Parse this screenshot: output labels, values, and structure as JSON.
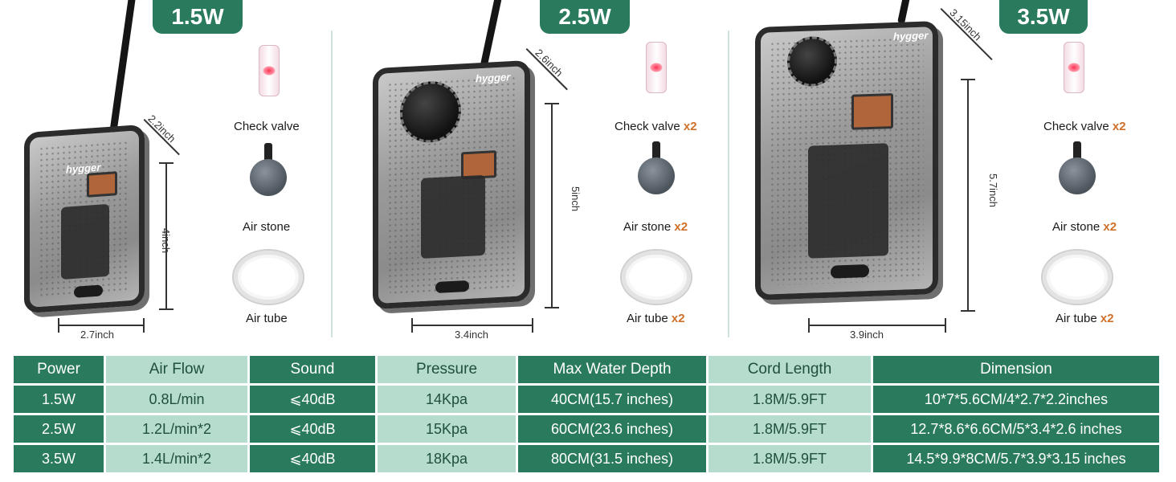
{
  "panels": [
    {
      "title": "1.5W",
      "width_label": "2.7inch",
      "height_label": "4inch",
      "depth_label": "2.2inch",
      "brand": "hygger",
      "accessories": [
        {
          "label": "Check valve",
          "qty": ""
        },
        {
          "label": "Air stone",
          "qty": ""
        },
        {
          "label": "Air tube",
          "qty": ""
        }
      ]
    },
    {
      "title": "2.5W",
      "width_label": "3.4inch",
      "height_label": "5inch",
      "depth_label": "2.6inch",
      "brand": "hygger",
      "accessories": [
        {
          "label": "Check valve",
          "qty": "x2"
        },
        {
          "label": "Air stone",
          "qty": "x2"
        },
        {
          "label": "Air tube",
          "qty": "x2"
        }
      ]
    },
    {
      "title": "3.5W",
      "width_label": "3.9inch",
      "height_label": "5.7inch",
      "depth_label": "3.15inch",
      "brand": "hygger",
      "accessories": [
        {
          "label": "Check valve",
          "qty": "x2"
        },
        {
          "label": "Air stone",
          "qty": "x2"
        },
        {
          "label": "Air tube",
          "qty": "x2"
        }
      ]
    }
  ],
  "table": {
    "headers": [
      "Power",
      "Air Flow",
      "Sound",
      "Pressure",
      "Max Water Depth",
      "Cord Length",
      "Dimension"
    ],
    "rows": [
      [
        "1.5W",
        "0.8L/min",
        "⩽40dB",
        "14Kpa",
        "40CM(15.7 inches)",
        "1.8M/5.9FT",
        "10*7*5.6CM/4*2.7*2.2inches"
      ],
      [
        "2.5W",
        "1.2L/min*2",
        "⩽40dB",
        "15Kpa",
        "60CM(23.6 inches)",
        "1.8M/5.9FT",
        "12.7*8.6*6.6CM/5*3.4*2.6 inches"
      ],
      [
        "3.5W",
        "1.4L/min*2",
        "⩽40dB",
        "18Kpa",
        "80CM(31.5 inches)",
        "1.8M/5.9FT",
        "14.5*9.9*8CM/5.7*3.9*3.15 inches"
      ]
    ]
  },
  "colors": {
    "dark_green": "#2a7a5d",
    "light_green": "#b6dccd",
    "accent_orange": "#d0702a"
  }
}
